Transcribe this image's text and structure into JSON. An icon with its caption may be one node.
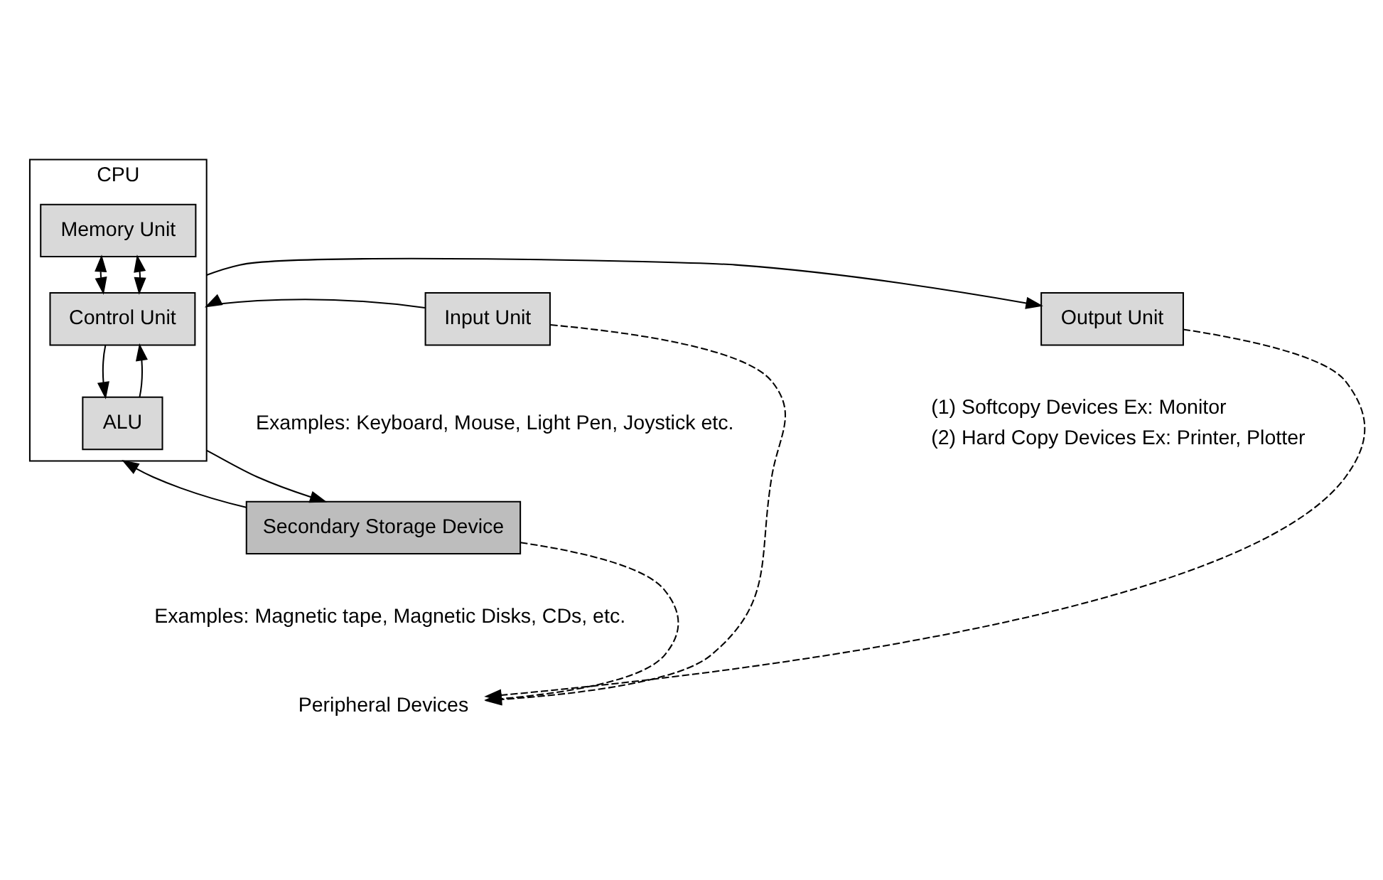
{
  "diagram": {
    "nodes": [
      {
        "text": [
          "CPU"
        ]
      },
      {
        "text": [
          "Memory Unit"
        ],
        "in": 0
      },
      {
        "text": [
          "Control Unit"
        ],
        "in": 0
      },
      {
        "text": [
          "ALU"
        ],
        "in": 0
      },
      {
        "text": [
          "Input Unit"
        ],
        "beside": [
          "Examples: Keyboard, Mouse, Light Pen, Joystick etc."
        ]
      },
      {
        "text": [
          "Output Unit"
        ],
        "beside": [
          "(1) Softcopy Devices Ex: Monitor",
          "(2) Hard Copy Devices Ex: Printer, Plotter"
        ]
      },
      {
        "text": [
          "Secondary Storage Device"
        ],
        "beside": [
          "Examples: Magnetic tape, Magnetic Disks, CDs, etc."
        ]
      },
      {
        "text": [
          "Peripheral Devices"
        ]
      }
    ],
    "edges": [
      {
        "from": 4,
        "to": 0,
        "arrow": "to"
      },
      {
        "from": 1,
        "to": 2,
        "arrow": "both"
      },
      {
        "from": 1,
        "to": 2,
        "arrow": "both"
      },
      {
        "from": 2,
        "to": 3,
        "arrow": "to"
      },
      {
        "from": 3,
        "to": 2,
        "arrow": "to"
      },
      {
        "from": 0,
        "to": 5,
        "arrow": "to"
      },
      {
        "from": 0,
        "to": 6,
        "arrow": "to"
      },
      {
        "from": 6,
        "to": 0,
        "arrow": "to"
      },
      {
        "from": 4,
        "to": 7,
        "arrow": "to",
        "style": "dashed"
      },
      {
        "from": 5,
        "to": 7,
        "arrow": "to",
        "style": "dashed"
      },
      {
        "from": 6,
        "to": 7,
        "arrow": "to",
        "style": "dashed"
      }
    ]
  }
}
